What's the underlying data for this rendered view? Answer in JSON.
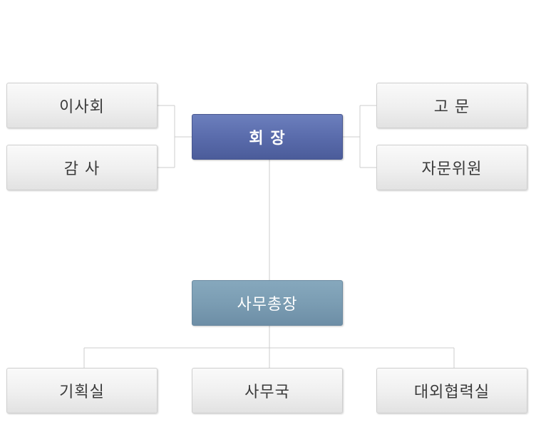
{
  "org": {
    "chairman": "회 장",
    "board": "이사회",
    "auditor": "감 사",
    "advisor": "고 문",
    "advisory_committee": "자문위원",
    "secretary_general": "사무총장",
    "planning_office": "기획실",
    "secretariat": "사무국",
    "external_affairs": "대외협력실"
  },
  "colors": {
    "chairman_box": "#5a6cac",
    "secretary_box": "#7b9db3",
    "grey_box": "#eeeeee",
    "connector": "#cccccc"
  }
}
